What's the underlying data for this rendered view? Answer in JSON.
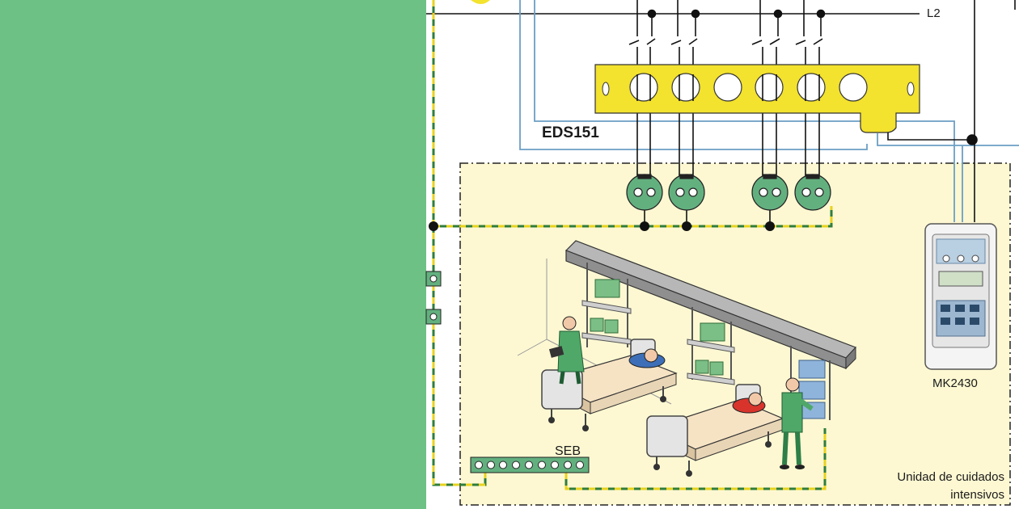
{
  "colors": {
    "left_panel": "#6dc185",
    "zone_fill": "#fdf8d2",
    "yellow_bar": "#f3e22e",
    "socket_green": "#63b07f",
    "pe_green": "#2f7d3c",
    "pe_yellow": "#e8d21f",
    "monitor_line": "#6b9fc4",
    "wire_black": "#111111"
  },
  "labels": {
    "phase_line": "L2",
    "insulation_device": "EDS151",
    "monitor_device": "MK2430",
    "bonding_bar": "SEB",
    "zone_line1": "Unidad de cuidados",
    "zone_line2": "intensivos"
  },
  "icons": {
    "monitor": "insulation-monitor-icon",
    "ceiling_unit": "ceiling-supply-unit-icon",
    "bed": "hospital-bed-icon",
    "patient": "patient-icon",
    "staff": "medical-staff-icon",
    "socket": "socket-outlet-icon",
    "breaker": "circuit-breaker-icon"
  }
}
